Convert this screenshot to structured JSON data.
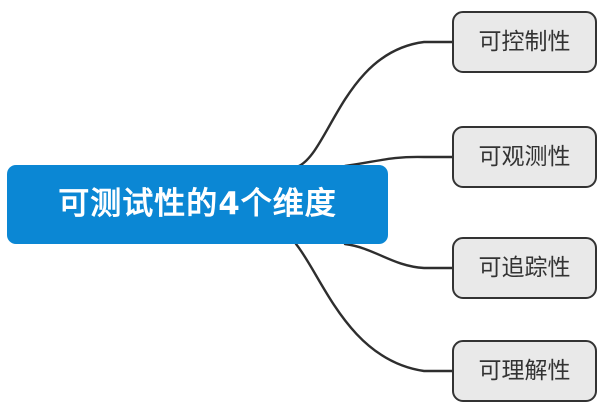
{
  "diagram": {
    "type": "mind-map",
    "background_color": "#ffffff",
    "root": {
      "label": "可测试性的4个维度",
      "fill_color": "#0b87d4",
      "text_color": "#ffffff"
    },
    "branch_style": {
      "line_color": "#2e2e2e",
      "node_fill_color": "#e9e9e9",
      "node_border_color": "#333333",
      "node_text_color": "#333333"
    },
    "children": [
      {
        "label": "可控制性"
      },
      {
        "label": "可观测性"
      },
      {
        "label": "可追踪性"
      },
      {
        "label": "可理解性"
      }
    ]
  }
}
